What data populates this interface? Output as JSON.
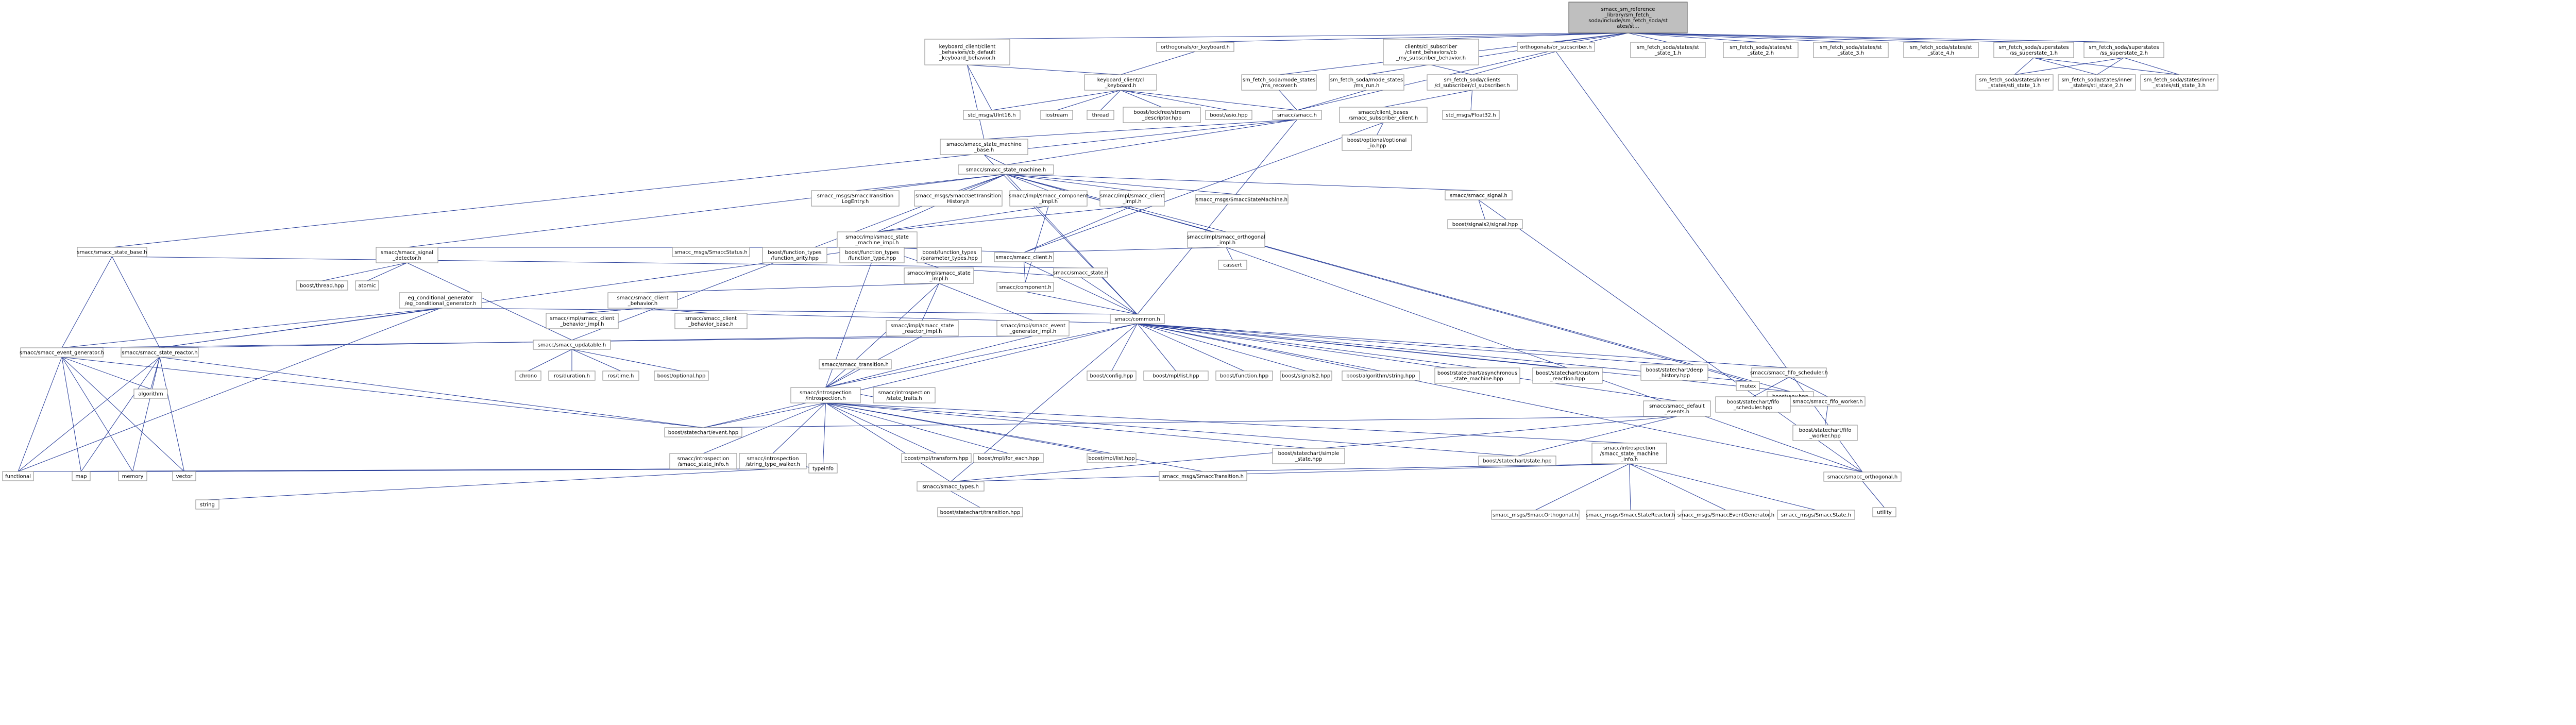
{
  "colors": {
    "edge": "#2a3f9a",
    "node_border": "#9a9a9a",
    "root_fill": "#bfbfbf",
    "background": "#ffffff"
  },
  "nodes": [
    {
      "id": "root",
      "label": [
        "smacc_sm_reference",
        "_library/sm_fetch_",
        "soda/include/sm_fetch_soda/st",
        "ates/st..."
      ],
      "root": true
    },
    {
      "id": "kbd_beh",
      "label": [
        "keyboard_client/client",
        "_behaviors/cb_default",
        "_keyboard_behavior.h"
      ]
    },
    {
      "id": "orth_kbd",
      "label": [
        "orthogonals/or_keyboard.h"
      ]
    },
    {
      "id": "cl_sub_beh",
      "label": [
        "clients/cl_subscriber",
        "/client_behaviors/cb",
        "_my_subscriber_behavior.h"
      ]
    },
    {
      "id": "orth_sub",
      "label": [
        "orthogonals/or_subscriber.h"
      ]
    },
    {
      "id": "st1",
      "label": [
        "sm_fetch_soda/states/st",
        "_state_1.h"
      ]
    },
    {
      "id": "st2",
      "label": [
        "sm_fetch_soda/states/st",
        "_state_2.h"
      ]
    },
    {
      "id": "st3",
      "label": [
        "sm_fetch_soda/states/st",
        "_state_3.h"
      ]
    },
    {
      "id": "st4",
      "label": [
        "sm_fetch_soda/states/st",
        "_state_4.h"
      ]
    },
    {
      "id": "ss1",
      "label": [
        "sm_fetch_soda/superstates",
        "/ss_superstate_1.h"
      ]
    },
    {
      "id": "ss2",
      "label": [
        "sm_fetch_soda/superstates",
        "/ss_superstate_2.h"
      ]
    },
    {
      "id": "kbd_client",
      "label": [
        "keyboard_client/cl",
        "_keyboard.h"
      ]
    },
    {
      "id": "ms_recover",
      "label": [
        "sm_fetch_soda/mode_states",
        "/ms_recover.h"
      ]
    },
    {
      "id": "ms_run",
      "label": [
        "sm_fetch_soda/mode_states",
        "/ms_run.h"
      ]
    },
    {
      "id": "cl_sub_h",
      "label": [
        "sm_fetch_soda/clients",
        "/cl_subscriber/cl_subscriber.h"
      ]
    },
    {
      "id": "ss_in1",
      "label": [
        "sm_fetch_soda/states/inner",
        "_states/sti_state_1.h"
      ]
    },
    {
      "id": "ss_in2",
      "label": [
        "sm_fetch_soda/states/inner",
        "_states/sti_state_2.h"
      ]
    },
    {
      "id": "ss_in3",
      "label": [
        "sm_fetch_soda/states/inner",
        "_states/sti_state_3.h"
      ]
    },
    {
      "id": "uint16",
      "label": [
        "std_msgs/UInt16.h"
      ]
    },
    {
      "id": "iostream",
      "label": [
        "iostream"
      ]
    },
    {
      "id": "thread",
      "label": [
        "thread"
      ]
    },
    {
      "id": "lockfree",
      "label": [
        "boost/lockfree/stream",
        "_descriptor.hpp"
      ]
    },
    {
      "id": "asio",
      "label": [
        "boost/asio.hpp"
      ]
    },
    {
      "id": "smacc_h",
      "label": [
        "smacc/smacc.h"
      ]
    },
    {
      "id": "client_base",
      "label": [
        "smacc/client_bases",
        "/smacc_subscriber_client.h"
      ]
    },
    {
      "id": "float32",
      "label": [
        "std_msgs/Float32.h"
      ]
    },
    {
      "id": "sm_base",
      "label": [
        "smacc/smacc_state_machine",
        "_base.h"
      ]
    },
    {
      "id": "optional_io",
      "label": [
        "boost/optional/optional",
        "_io.hpp"
      ]
    },
    {
      "id": "sm_h",
      "label": [
        "smacc/smacc_state_machine.h"
      ]
    },
    {
      "id": "msg_trans_log",
      "label": [
        "smacc_msgs/SmaccTransition",
        "LogEntry.h"
      ]
    },
    {
      "id": "msg_get_trans",
      "label": [
        "smacc_msgs/SmaccGetTransition",
        "History.h"
      ]
    },
    {
      "id": "impl_comp",
      "label": [
        "smacc/impl/smacc_component",
        "_impl.h"
      ]
    },
    {
      "id": "impl_client",
      "label": [
        "smacc/impl/smacc_client",
        "_impl.h"
      ]
    },
    {
      "id": "msg_sm",
      "label": [
        "smacc_msgs/SmaccStateMachine.h"
      ]
    },
    {
      "id": "signal_h",
      "label": [
        "smacc/smacc_signal.h"
      ]
    },
    {
      "id": "signals2_sig",
      "label": [
        "boost/signals2/signal.hpp"
      ]
    },
    {
      "id": "impl_sm",
      "label": [
        "smacc/impl/smacc_state",
        "_machine_impl.h"
      ]
    },
    {
      "id": "impl_orth",
      "label": [
        "smacc/impl/smacc_orthogonal",
        "_impl.h"
      ]
    },
    {
      "id": "cassert",
      "label": [
        "cassert"
      ]
    },
    {
      "id": "state_base",
      "label": [
        "smacc/smacc_state_base.h"
      ]
    },
    {
      "id": "sig_detector",
      "label": [
        "smacc/smacc_signal",
        "_detector.h"
      ]
    },
    {
      "id": "msg_status",
      "label": [
        "smacc_msgs/SmaccStatus.h"
      ]
    },
    {
      "id": "fn_any",
      "label": [
        "boost/function_types",
        "/function_arity.hpp"
      ]
    },
    {
      "id": "fn_type",
      "label": [
        "boost/function_types",
        "/function_type.hpp"
      ]
    },
    {
      "id": "fn_param",
      "label": [
        "boost/function_types",
        "/parameter_types.hpp"
      ]
    },
    {
      "id": "client_h",
      "label": [
        "smacc/smacc_client.h"
      ]
    },
    {
      "id": "impl_state",
      "label": [
        "smacc/impl/smacc_state",
        "_impl.h"
      ]
    },
    {
      "id": "state_h",
      "label": [
        "smacc/smacc_state.h"
      ]
    },
    {
      "id": "thread_hpp",
      "label": [
        "boost/thread.hpp"
      ]
    },
    {
      "id": "atomic",
      "label": [
        "atomic"
      ]
    },
    {
      "id": "component_h",
      "label": [
        "smacc/component.h"
      ]
    },
    {
      "id": "eg_cond",
      "label": [
        "eg_conditional_generator",
        "/eg_conditional_generator.h"
      ]
    },
    {
      "id": "cl_behavior",
      "label": [
        "smacc/smacc_client",
        "_behavior.h"
      ]
    },
    {
      "id": "impl_cl_beh",
      "label": [
        "smacc/impl/smacc_client",
        "_behavior_impl.h"
      ]
    },
    {
      "id": "cl_beh_base",
      "label": [
        "smacc/smacc_client",
        "_behavior_base.h"
      ]
    },
    {
      "id": "common_h",
      "label": [
        "smacc/common.h"
      ]
    },
    {
      "id": "updatable",
      "label": [
        "smacc/smacc_updatable.h"
      ]
    },
    {
      "id": "chrono",
      "label": [
        "chrono"
      ]
    },
    {
      "id": "ros_duration",
      "label": [
        "ros/duration.h"
      ]
    },
    {
      "id": "ros_time",
      "label": [
        "ros/time.h"
      ]
    },
    {
      "id": "opt_hpp",
      "label": [
        "boost/optional.hpp"
      ]
    },
    {
      "id": "impl_state_reactor",
      "label": [
        "smacc/impl/smacc_state",
        "_reactor_impl.h"
      ]
    },
    {
      "id": "impl_event_gen",
      "label": [
        "smacc/impl/smacc_event",
        "_generator_impl.h"
      ]
    },
    {
      "id": "event_gen",
      "label": [
        "smacc/smacc_event_generator.h"
      ]
    },
    {
      "id": "state_reactor",
      "label": [
        "smacc/smacc_state_reactor.h"
      ]
    },
    {
      "id": "algorithm",
      "label": [
        "algorithm"
      ]
    },
    {
      "id": "transition_h",
      "label": [
        "smacc/smacc_transition.h"
      ]
    },
    {
      "id": "introspection",
      "label": [
        "smacc/introspection",
        "/introspection.h"
      ]
    },
    {
      "id": "intro_state_traits",
      "label": [
        "smacc/introspection",
        "/state_traits.h"
      ]
    },
    {
      "id": "config",
      "label": [
        "boost/config.hpp"
      ]
    },
    {
      "id": "mpl_list",
      "label": [
        "boost/mpl/list.hpp"
      ]
    },
    {
      "id": "function_hpp",
      "label": [
        "boost/function.hpp"
      ]
    },
    {
      "id": "signals2",
      "label": [
        "boost/signals2.hpp"
      ]
    },
    {
      "id": "algo_string",
      "label": [
        "boost/algorithm/string.hpp"
      ]
    },
    {
      "id": "async_sm",
      "label": [
        "boost/statechart/asynchronous",
        "_state_machine.hpp"
      ]
    },
    {
      "id": "custom_reaction",
      "label": [
        "boost/statechart/custom",
        "_reaction.hpp"
      ]
    },
    {
      "id": "deep_history",
      "label": [
        "boost/statechart/deep",
        "_history.hpp"
      ]
    },
    {
      "id": "fifo_sched",
      "label": [
        "smacc/smacc_fifo_scheduler.h"
      ]
    },
    {
      "id": "mutex",
      "label": [
        "mutex"
      ]
    },
    {
      "id": "any_hpp",
      "label": [
        "boost/any.hpp"
      ]
    },
    {
      "id": "sc_fifo_sched",
      "label": [
        "boost/statechart/fifo",
        "_scheduler.hpp"
      ]
    },
    {
      "id": "fifo_worker",
      "label": [
        "smacc/smacc_fifo_worker.h"
      ]
    },
    {
      "id": "sc_fifo_worker",
      "label": [
        "boost/statechart/fifo",
        "_worker.hpp"
      ]
    },
    {
      "id": "default_events",
      "label": [
        "smacc/smacc_default",
        "_events.h"
      ]
    },
    {
      "id": "sc_event",
      "label": [
        "boost/statechart/event.hpp"
      ]
    },
    {
      "id": "intro_sm_info",
      "label": [
        "smacc/introspection",
        "/smacc_state_info.h"
      ]
    },
    {
      "id": "type_walker",
      "label": [
        "smacc/introspection",
        "/string_type_walker.h"
      ]
    },
    {
      "id": "mpl_transform",
      "label": [
        "boost/mpl/transform.hpp"
      ]
    },
    {
      "id": "mpl_for_each",
      "label": [
        "boost/mpl/for_each.hpp"
      ]
    },
    {
      "id": "mpl_list2",
      "label": [
        "boost/mpl/list.hpp"
      ]
    },
    {
      "id": "msg_transition",
      "label": [
        "smacc_msgs/SmaccTransition.h"
      ]
    },
    {
      "id": "sc_simple_state",
      "label": [
        "boost/statechart/simple",
        "_state.hpp"
      ]
    },
    {
      "id": "sc_state",
      "label": [
        "boost/statechart/state.hpp"
      ]
    },
    {
      "id": "intro_sminfo2",
      "label": [
        "smacc/introspection",
        "/smacc_state_machine",
        "_info.h"
      ]
    },
    {
      "id": "orthogonal_h",
      "label": [
        "smacc/smacc_orthogonal.h"
      ]
    },
    {
      "id": "typeinfo",
      "label": [
        "typeinfo"
      ]
    },
    {
      "id": "smacc_types",
      "label": [
        "smacc/smacc_types.h"
      ]
    },
    {
      "id": "sc_transition",
      "label": [
        "boost/statechart/transition.hpp"
      ]
    },
    {
      "id": "functional",
      "label": [
        "functional"
      ]
    },
    {
      "id": "map",
      "label": [
        "map"
      ]
    },
    {
      "id": "memory",
      "label": [
        "memory"
      ]
    },
    {
      "id": "vector",
      "label": [
        "vector"
      ]
    },
    {
      "id": "string",
      "label": [
        "string"
      ]
    },
    {
      "id": "msg_orth",
      "label": [
        "smacc_msgs/SmaccOrthogonal.h"
      ]
    },
    {
      "id": "msg_state_reactor",
      "label": [
        "smacc_msgs/SmaccStateReactor.h"
      ]
    },
    {
      "id": "msg_event_gen",
      "label": [
        "smacc_msgs/SmaccEventGenerator.h"
      ]
    },
    {
      "id": "msg_state",
      "label": [
        "smacc_msgs/SmaccState.h"
      ]
    },
    {
      "id": "utility",
      "label": [
        "utility"
      ]
    }
  ]
}
